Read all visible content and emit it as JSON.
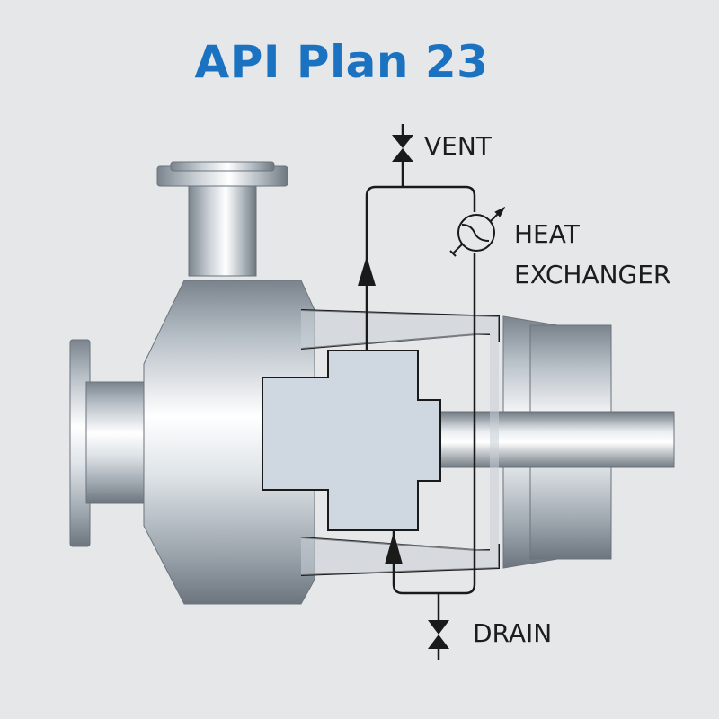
{
  "title": "API Plan 23",
  "labels": {
    "vent": "VENT",
    "heat_exchanger_line1": "HEAT",
    "heat_exchanger_line2": "EXCHANGER",
    "drain": "DRAIN"
  },
  "colors": {
    "background": "#e6e7e9",
    "title": "#1b72c0",
    "line": "#1a1a1a",
    "chamber": "#cfd8e0"
  },
  "icons": [
    "gate-valve-icon",
    "heat-exchanger-icon",
    "flow-arrow-icon"
  ]
}
